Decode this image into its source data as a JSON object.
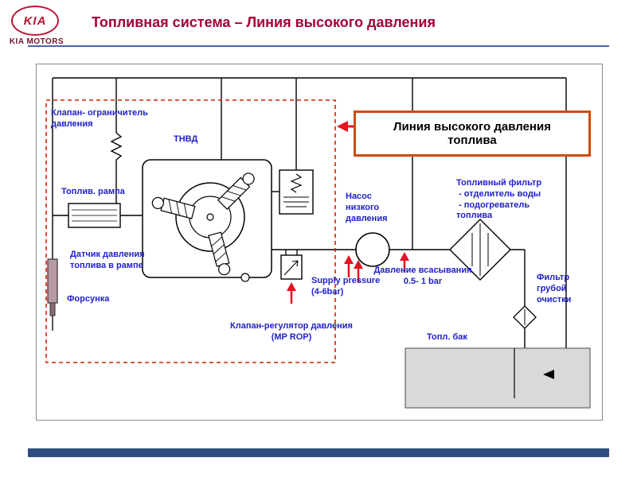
{
  "header": {
    "logo_brand": "KIA",
    "logo_subtitle": "KIA MOTORS",
    "title": "Топливная система – Линия высокого давления"
  },
  "callout": {
    "text": "Линия высокого давления\nтоплива"
  },
  "labels": {
    "pressure_limiter": "Клапан- ограничитель\nдавления",
    "tnvd": "ТНВД",
    "fuel_rail": "Топлив. рампа",
    "rail_pressure_sensor": "Датчик давления\nтоплива в рампе",
    "injector": "Форсунка",
    "low_pressure_pump": "Насос\nнизкого\nдавления",
    "fuel_filter": "Топливный фильтр\n - отделитель воды\n - подогреватель\nтоплива",
    "supply_pressure": "Supply pressure\n(4-6bar)",
    "suction_pressure": "Давление всасывания\n0.5- 1 bar",
    "pressure_regulator": "Клапан-регулятор давления\n(MP ROP)",
    "coarse_filter": "Фильтр\nгрубой\nочистки",
    "fuel_tank": "Топл. бак"
  },
  "colors": {
    "title_red": "#a50034",
    "label_blue": "#2020c8",
    "highlight_orange": "#d04a0a",
    "dashed_red": "#cc2200",
    "arrow_red": "#ea1020",
    "footer_navy": "#2f4e7d",
    "tank_gray": "#d9d9d9"
  }
}
